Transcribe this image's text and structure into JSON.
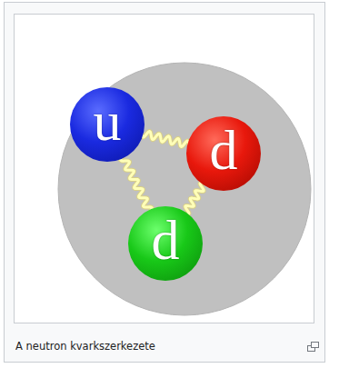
{
  "diagram": {
    "caption": "A neutron kvarkszerkezete",
    "nodes": [
      {
        "text": [
          "u"
        ]
      },
      {
        "text": [
          "d"
        ]
      },
      {
        "text": [
          "d"
        ]
      }
    ],
    "edges": [
      {
        "from": 0,
        "to": 1,
        "arrow": "none"
      },
      {
        "from": 0,
        "to": 2,
        "arrow": "none"
      },
      {
        "from": 1,
        "to": 2,
        "arrow": "none"
      }
    ]
  }
}
